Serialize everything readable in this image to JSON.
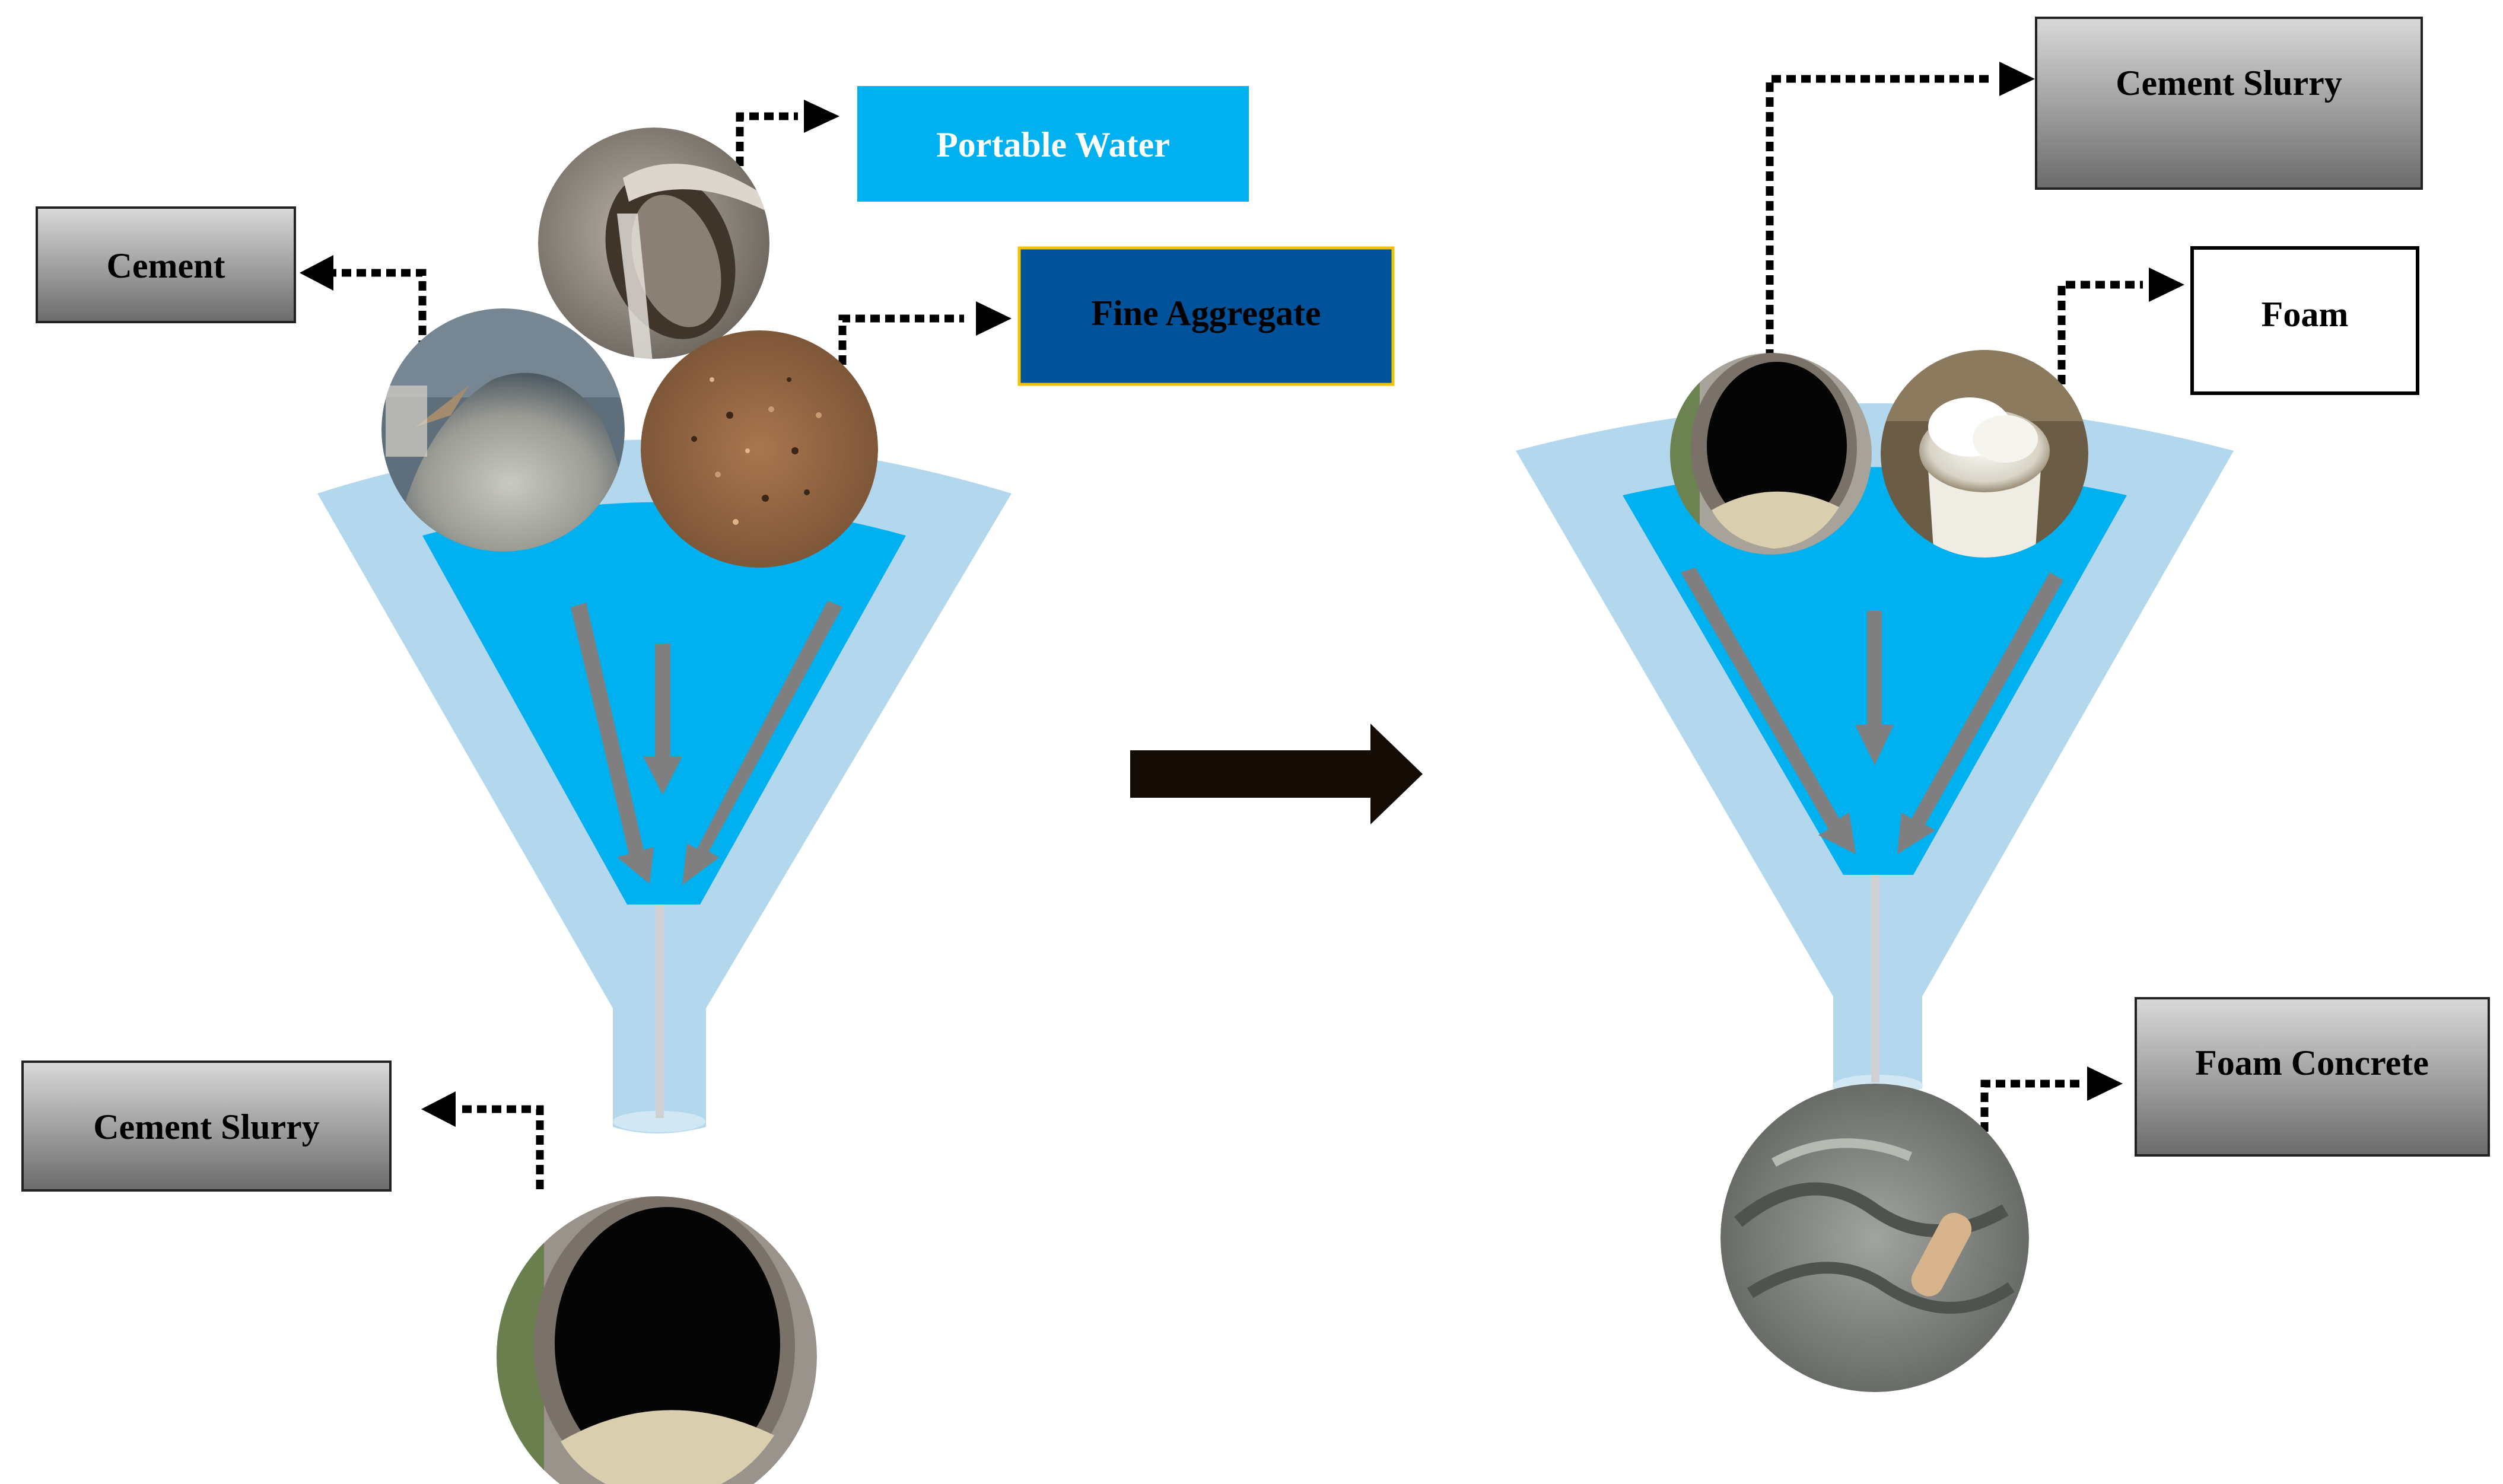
{
  "labels": {
    "cement": "Cement",
    "portable_water": "Portable Water",
    "fine_aggregate": "Fine Aggregate",
    "cement_slurry_left": "Cement Slurry",
    "cement_slurry_right": "Cement Slurry",
    "foam": "Foam",
    "foam_concrete": "Foam Concrete"
  },
  "colors": {
    "funnel_outer": "#b3d8ee",
    "funnel_inner": "#00b0ef",
    "flow_arrow": "#7f7f7f",
    "main_arrow": "#140c04",
    "portable_water_fill": "#00b0ef",
    "fine_aggregate_fill": "#00529b",
    "fine_aggregate_border": "#f2c200",
    "gray_box_top": "#d6d6d6",
    "gray_box_bottom": "#6e6e6e"
  },
  "icons": {
    "cement_photo": "cement-pile-icon",
    "water_photo": "mixer-drum-water-icon",
    "aggregate_photo": "sand-aggregate-icon",
    "slurry_photo": "mixer-drum-slurry-icon",
    "foam_photo": "foam-bucket-icon",
    "concrete_photo": "foam-concrete-icon"
  }
}
